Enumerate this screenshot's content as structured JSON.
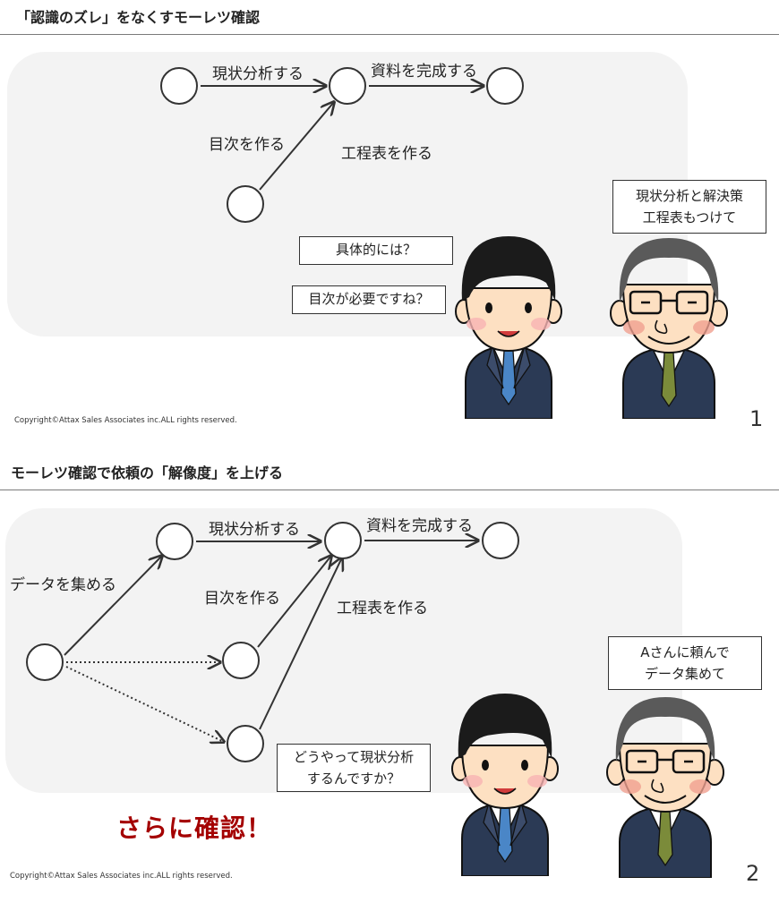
{
  "slide1": {
    "title": "「認識のズレ」をなくすモーレツ確認",
    "edge_labels": {
      "analyze": "現状分析する",
      "make_docs": "資料を完成する",
      "toc": "目次を作る",
      "schedule": "工程表を作る"
    },
    "bubbles": {
      "boss": [
        "現状分析と解決策",
        "工程表もつけて"
      ],
      "q1": "具体的には？",
      "q2": "目次が必要ですね？"
    },
    "copyright": "Copyright©Attax Sales Associates inc.ALL rights reserved.",
    "page_number": "1"
  },
  "slide2": {
    "title": "モーレツ確認で依頼の「解像度」を上げる",
    "edge_labels": {
      "analyze": "現状分析する",
      "make_docs": "資料を完成する",
      "collect": "データを集める",
      "toc": "目次を作る",
      "schedule": "工程表を作る"
    },
    "bubbles": {
      "boss": [
        "Aさんに頼んで",
        "データ集めて"
      ],
      "q": [
        "どうやって現状分析",
        "するんですか？"
      ]
    },
    "accent": "さらに確認！",
    "copyright": "Copyright©Attax Sales Associates inc.ALL rights reserved.",
    "page_number": "2"
  },
  "colors": {
    "panel": "#f3f3f3",
    "accent": "#a40000",
    "suit": "#2b3a55",
    "skin": "#fde0c2"
  }
}
